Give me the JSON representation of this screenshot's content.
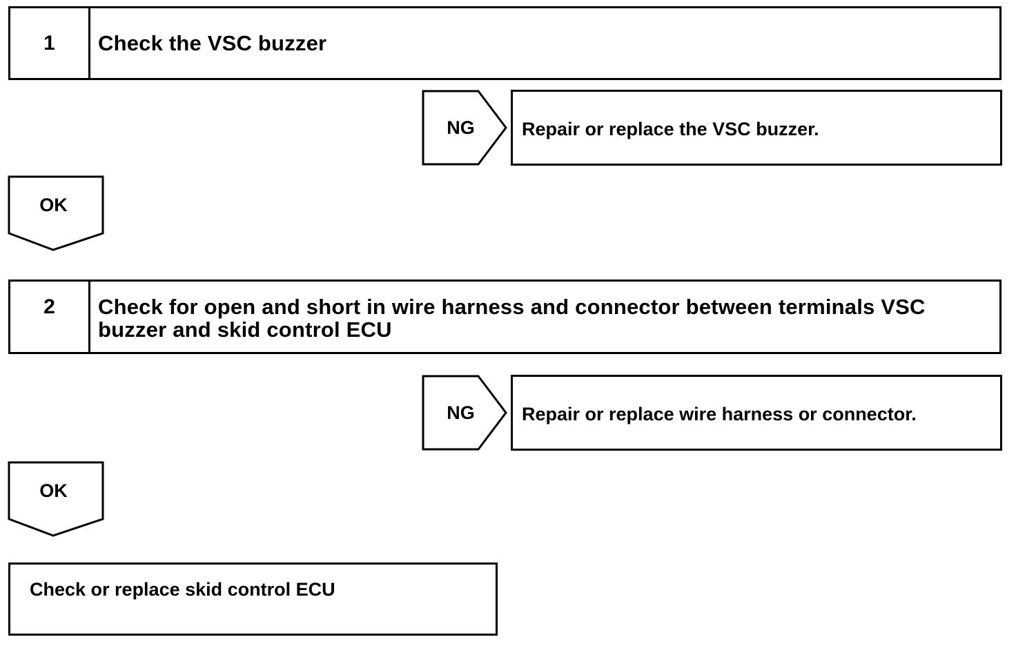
{
  "steps": [
    {
      "number": "1",
      "title": "Check the VSC buzzer"
    },
    {
      "number": "2",
      "title": "Check for open and short in wire harness and connector between terminals VSC buzzer and skid control ECU"
    }
  ],
  "ng_results": [
    {
      "label": "NG",
      "action": "Repair or replace the VSC buzzer."
    },
    {
      "label": "NG",
      "action": "Repair or replace wire harness or connector."
    }
  ],
  "ok_labels": [
    "OK",
    "OK"
  ],
  "final_action": "Check or replace skid control ECU"
}
